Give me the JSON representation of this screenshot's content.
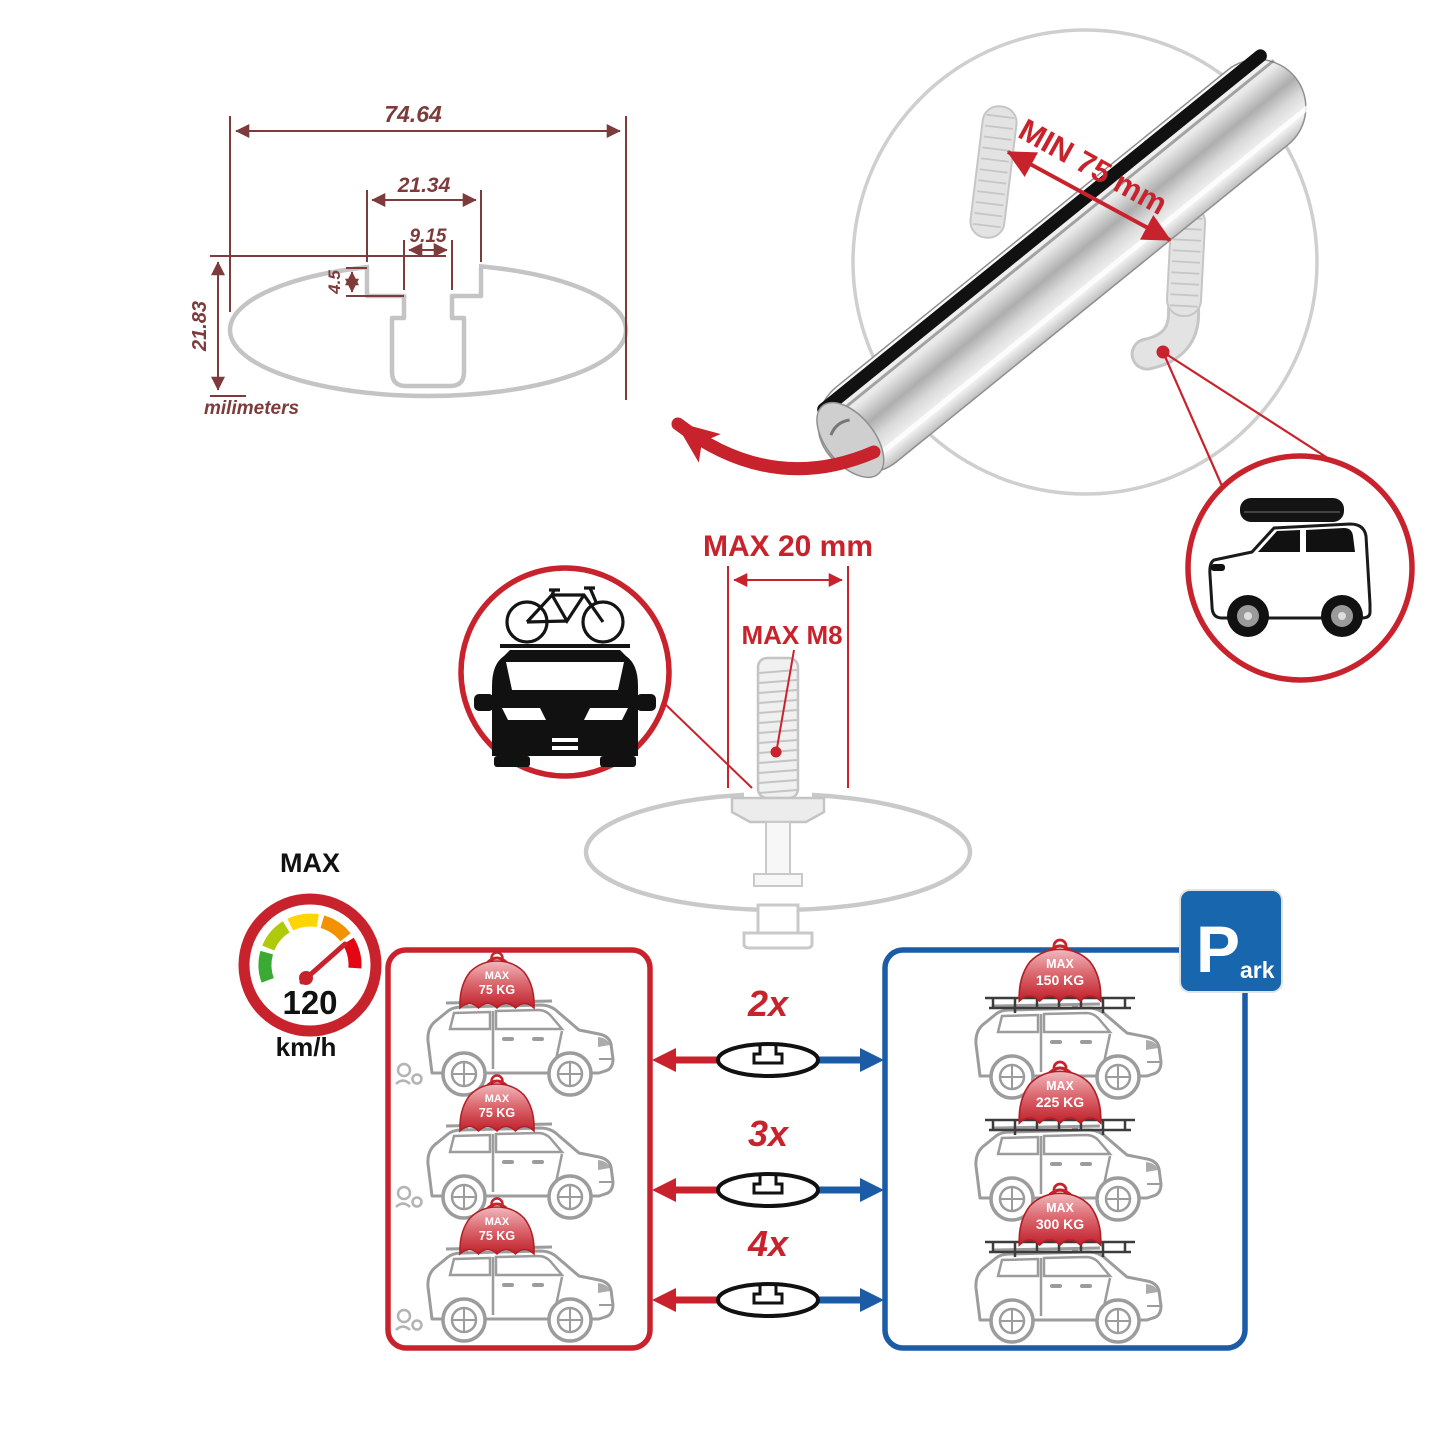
{
  "colors": {
    "red": "#c8232c",
    "dark_red": "#7d3b3b",
    "blue": "#1c5ca6",
    "sign_blue": "#1766ae",
    "gray": "#c9c9c9",
    "art_gray": "#9c9c9c",
    "green": "#3aaa35",
    "lime": "#afca0b",
    "yellow": "#ffd500",
    "orange": "#f39200",
    "bright_red": "#e30613"
  },
  "cross_section_diagram": {
    "total_width_mm": "74.64",
    "opening_width_mm": "21.34",
    "slot_width_mm": "9.15",
    "lip_depth_mm": "4.5",
    "total_height_mm": "21.83",
    "unit_label": "milimeters"
  },
  "bar_render": {
    "min_clamp_label": "MIN 75 mm"
  },
  "bolt_diagram": {
    "max_length_label": "MAX 20 mm",
    "max_thread_label": "MAX M8"
  },
  "speed_gauge": {
    "title": "MAX",
    "value": "120",
    "unit": "km/h"
  },
  "park_sign": {
    "letter": "P",
    "suffix": "ark"
  },
  "crossbar_counts": [
    {
      "label": "2x"
    },
    {
      "label": "3x"
    },
    {
      "label": "4x"
    }
  ],
  "driving_cars": [
    {
      "load_label": "MAX",
      "load_value": "75 KG"
    },
    {
      "load_label": "MAX",
      "load_value": "75 KG"
    },
    {
      "load_label": "MAX",
      "load_value": "75 KG"
    }
  ],
  "parked_cars": [
    {
      "load_label": "MAX",
      "load_value": "150 KG"
    },
    {
      "load_label": "MAX",
      "load_value": "225 KG"
    },
    {
      "load_label": "MAX",
      "load_value": "300 KG"
    }
  ]
}
